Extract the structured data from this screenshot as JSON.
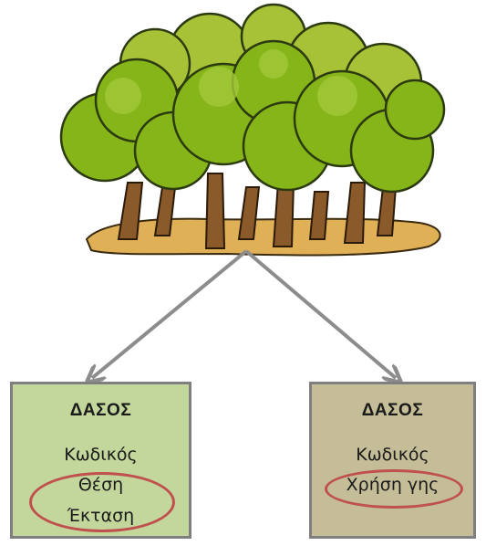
{
  "colors": {
    "left_box_fill": "#c3d69b",
    "right_box_fill": "#c4bd97",
    "box_border": "#7f7f7f",
    "arrow": "#8c8c8c",
    "highlight_oval": "#c0504d",
    "foliage": "#86b51a",
    "trunk": "#8a5a2b",
    "ground": "#e0b057"
  },
  "icons": {
    "forest": "forest-illustration"
  },
  "left_entity": {
    "title": "ΔΑΣΟΣ",
    "attributes": [
      "Κωδικός",
      "Θέση",
      "Έκταση"
    ],
    "highlighted": [
      "Θέση",
      "Έκταση"
    ]
  },
  "right_entity": {
    "title": "ΔΑΣΟΣ",
    "attributes": [
      "Κωδικός",
      "Χρήση γης"
    ],
    "highlighted": [
      "Χρήση γης"
    ]
  }
}
